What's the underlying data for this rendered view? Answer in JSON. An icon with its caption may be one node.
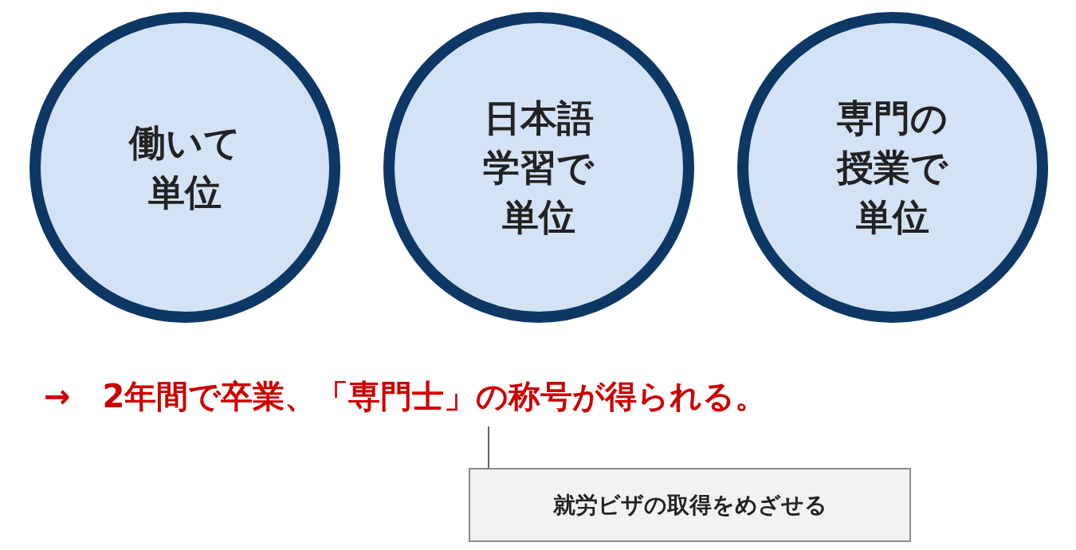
{
  "diagram": {
    "nodes": [
      {
        "text": [
          "働いて単位"
        ]
      },
      {
        "text": [
          "日本語学習で単位"
        ]
      },
      {
        "text": [
          "専門の授業で単位"
        ]
      },
      {
        "text": [
          "→　2年間で卒業、「専門士」の称号が得られる。"
        ]
      },
      {
        "text": [
          "就労ビザの取得をめざせる"
        ]
      }
    ],
    "edges": [
      {
        "from": 4,
        "to": 3,
        "arrow": "none"
      }
    ]
  }
}
